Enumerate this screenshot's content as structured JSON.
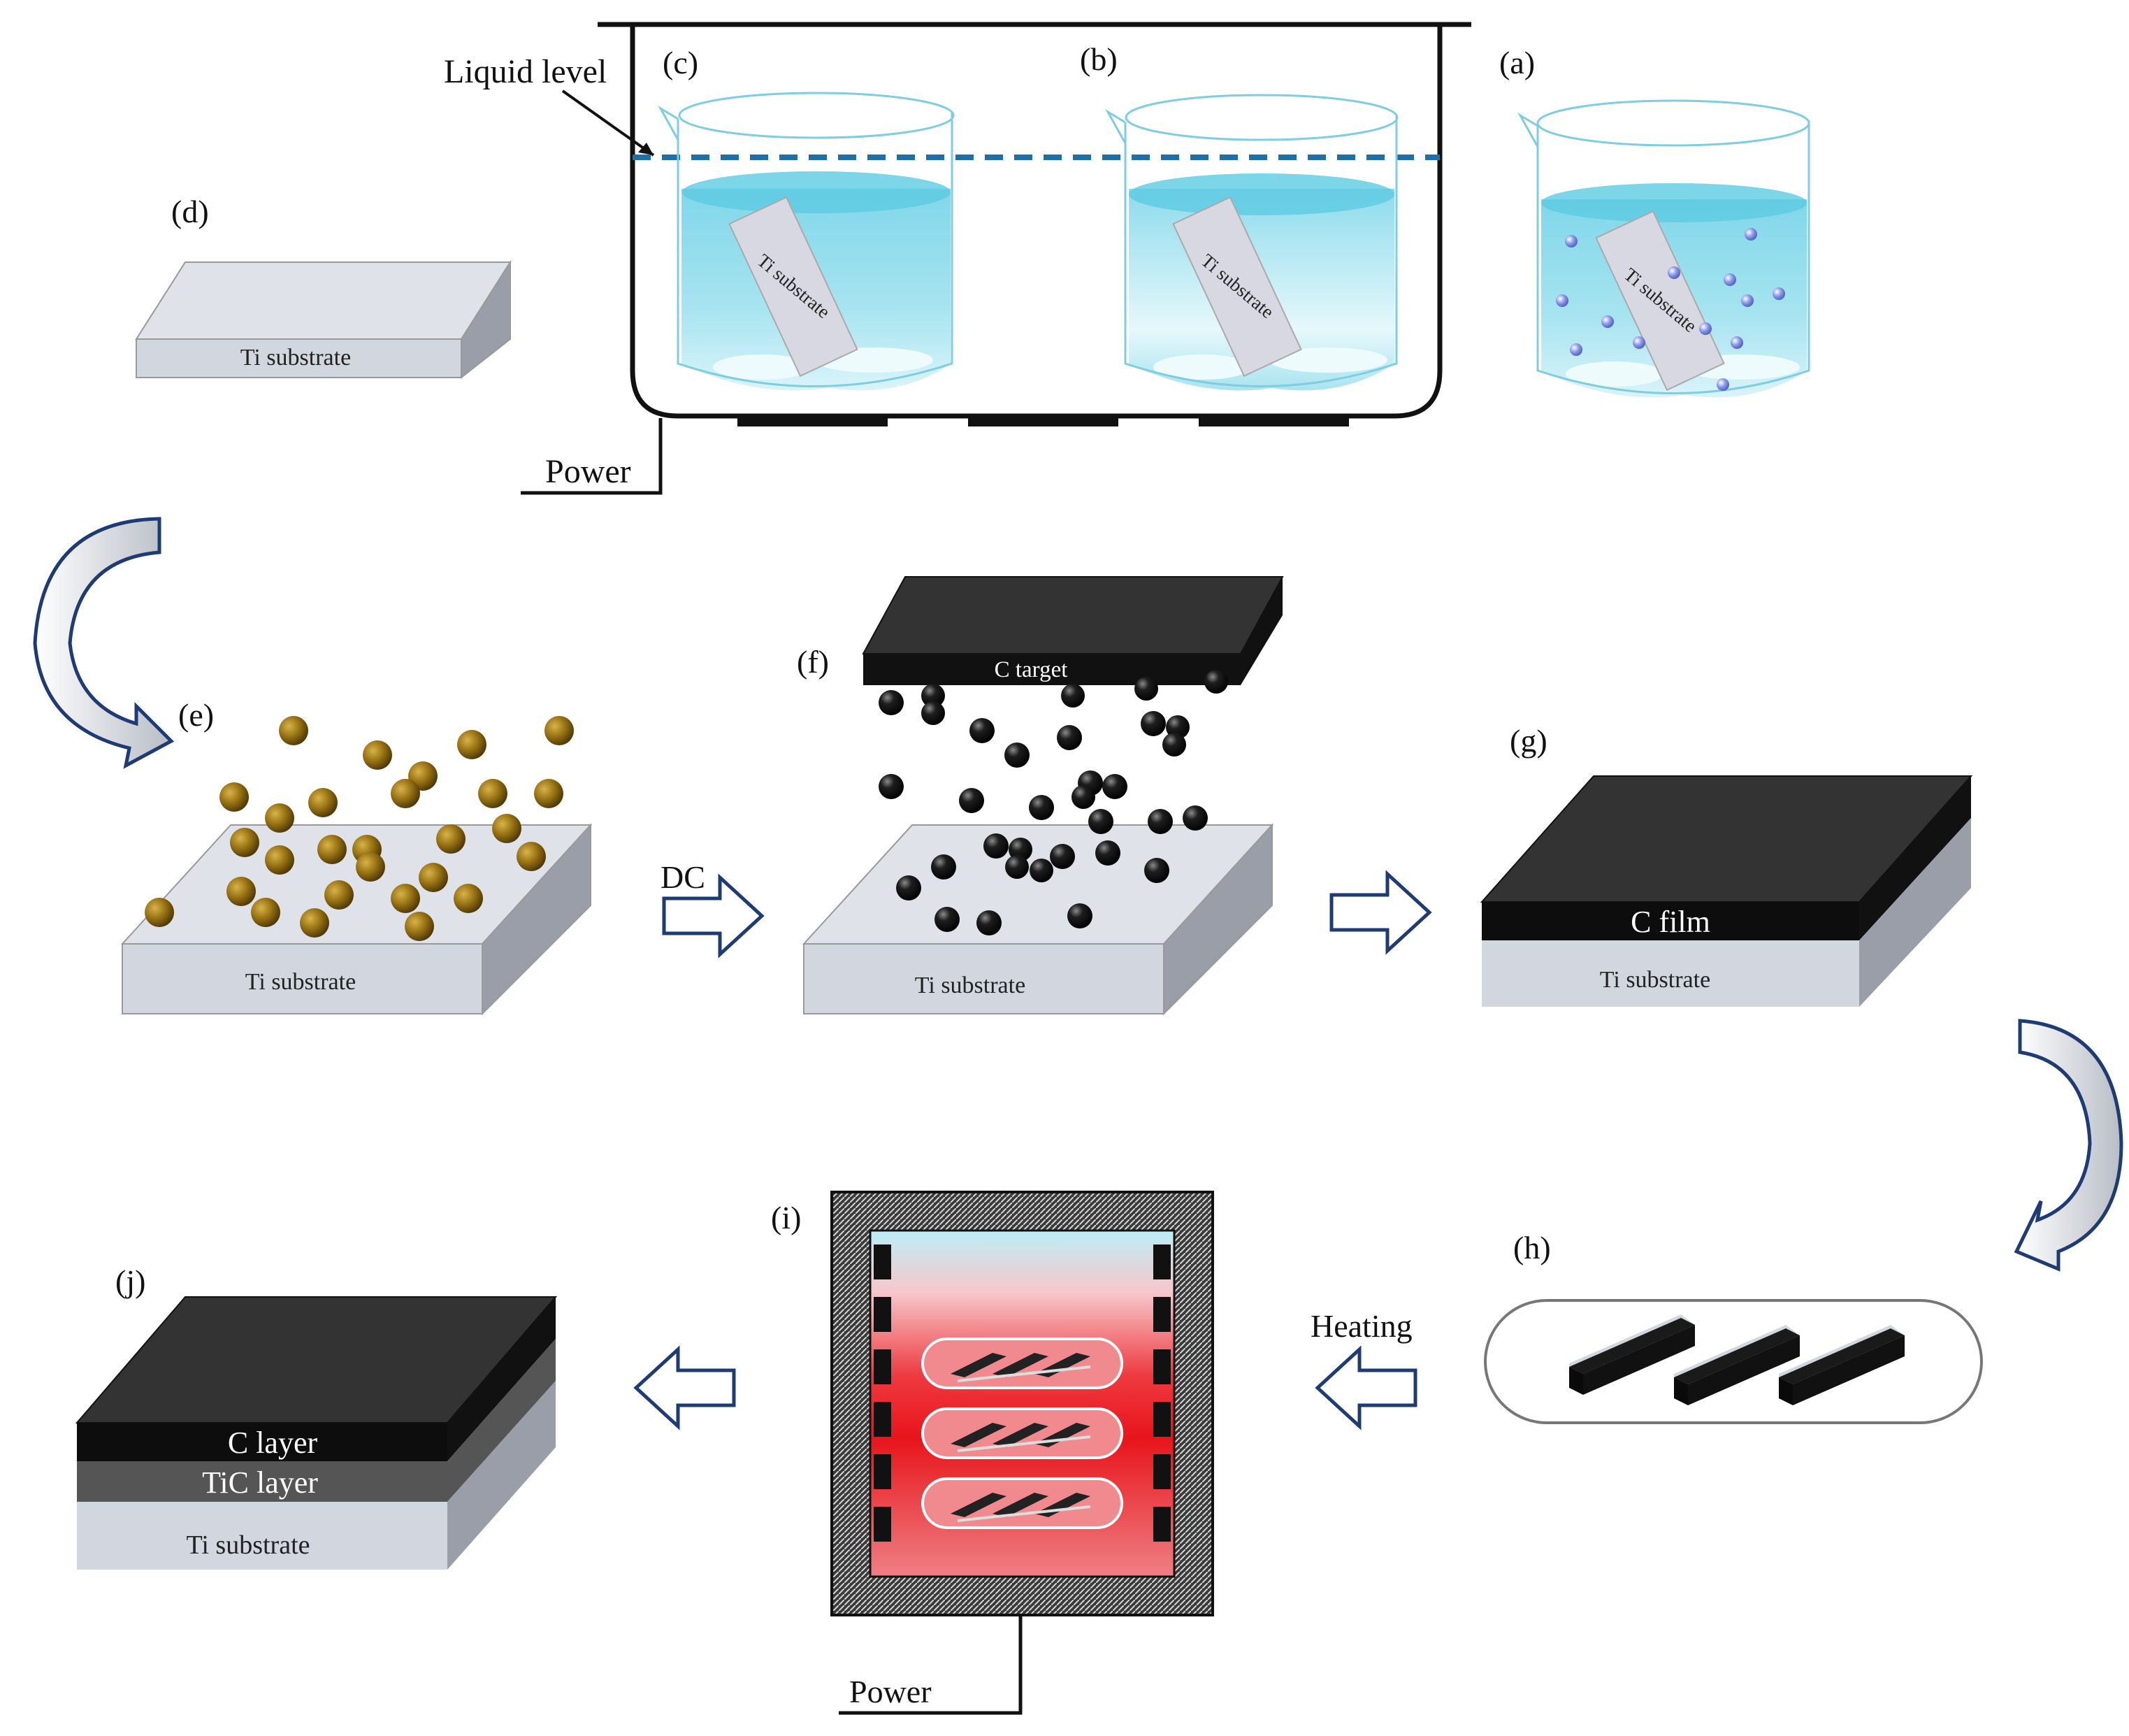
{
  "panels": {
    "a": "(a)",
    "b": "(b)",
    "c": "(c)",
    "d": "(d)",
    "e": "(e)",
    "f": "(f)",
    "g": "(g)",
    "h": "(h)",
    "i": "(i)",
    "j": "(j)"
  },
  "labels": {
    "liquid_level": "Liquid level",
    "power_top": "Power",
    "power_bottom": "Power",
    "dc": "DC",
    "heating": "Heating",
    "ti_substrate": "Ti substrate",
    "c_target": "C target",
    "c_film": "C film",
    "c_layer": "C layer",
    "tic_layer": "TiC layer"
  },
  "colors": {
    "water": "#a8e4f0",
    "water_deep": "#6fd0e6",
    "substrate_top": "#dfe2e8",
    "substrate_front": "#d2d6df",
    "substrate_side": "#9a9ea8",
    "carbon": "#1a1a1a",
    "carbon_top": "#333333",
    "tic": "#555555",
    "particle_gold": "#8a6a12",
    "particle_bubble": "#7d8ee0",
    "liquid_level_line": "#1e6fa6",
    "furnace_hot": "#e8151b",
    "arrow_outline": "#1f3b73",
    "curved_arrow_fill": "#c8ccd2"
  }
}
